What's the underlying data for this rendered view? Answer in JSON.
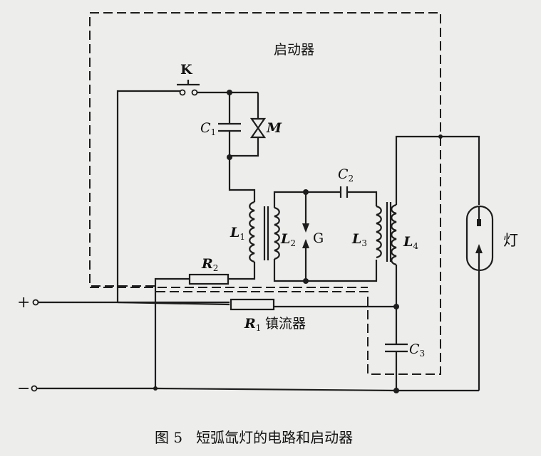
{
  "labels": {
    "starter": "启动器",
    "switch": "K",
    "capacitor1": "C",
    "capacitor1_sub": "1",
    "spark_gap_m": "M",
    "capacitor2": "C",
    "capacitor2_sub": "2",
    "coil1": "L",
    "coil1_sub": "1",
    "coil2": "L",
    "coil2_sub": "2",
    "gap": "G",
    "coil3": "L",
    "coil3_sub": "3",
    "coil4": "L",
    "coil4_sub": "4",
    "resistor2": "R",
    "resistor2_sub": "2",
    "resistor1": "R",
    "resistor1_sub": "1",
    "ballast": "镇流器",
    "capacitor3": "C",
    "capacitor3_sub": "3",
    "lamp": "灯",
    "plus": "+",
    "minus": "−"
  },
  "caption": "图 5   短弧氙灯的电路和启动器"
}
